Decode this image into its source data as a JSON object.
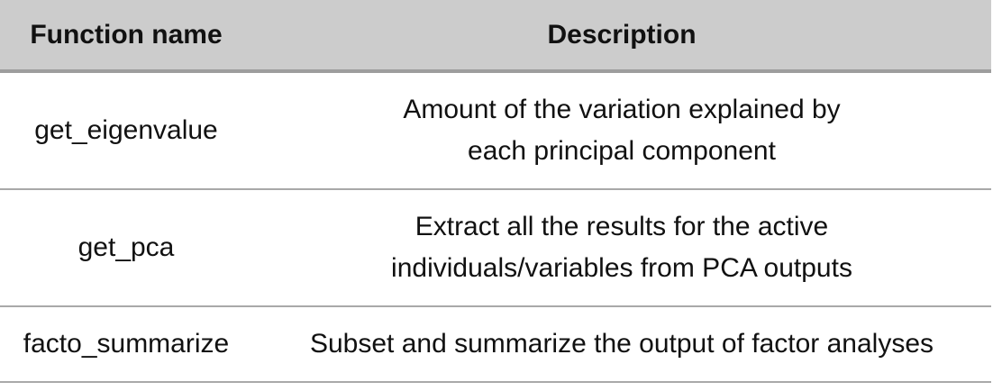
{
  "table": {
    "headers": {
      "name": "Function name",
      "description": "Description"
    },
    "rows": [
      {
        "name": "get_eigenvalue",
        "description_lines": [
          "Amount of the variation explained by",
          "each principal component"
        ]
      },
      {
        "name": "get_pca",
        "description_lines": [
          "Extract all the results for the active",
          "individuals/variables from PCA outputs"
        ]
      },
      {
        "name": "facto_summarize",
        "description_lines": [
          "Subset and summarize the output of factor analyses"
        ]
      }
    ]
  },
  "colors": {
    "header_background": "#cccccc",
    "header_border": "#9d9d9d",
    "row_border": "#a9a9a9",
    "text": "#111111"
  }
}
